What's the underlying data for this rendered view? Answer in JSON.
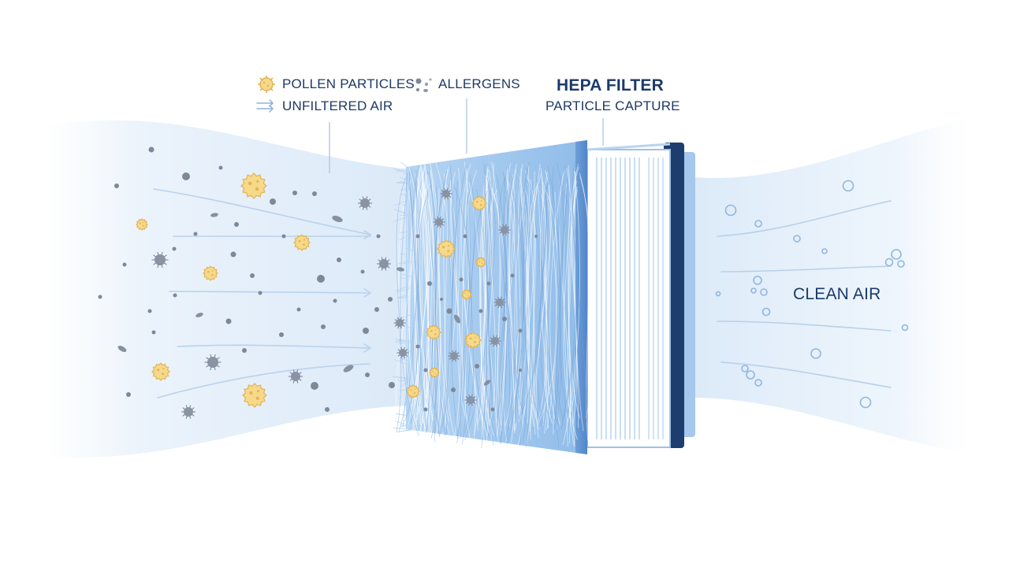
{
  "legend": {
    "pollen": "POLLEN PARTICLES",
    "allergens": "ALLERGENS",
    "unfiltered": "UNFILTERED AIR"
  },
  "filter": {
    "title": "HEPA FILTER",
    "subtitle": "PARTICLE CAPTURE"
  },
  "outlet": {
    "label": "CLEAN AIR"
  },
  "icons": {
    "pollen": "pollen-icon",
    "allergen": "allergen-icon",
    "airflow": "airflow-arrows-icon",
    "bubble": "clean-air-bubble-icon"
  },
  "colors": {
    "pollen": "#f6d98a",
    "pollen_outline": "#e2b454",
    "allergen": "#7d8798",
    "air_stream": "#dbeaf8",
    "filter_media": "#a9cdf0",
    "filter_frame": "#1d3d6e",
    "text": "#1f3a66"
  }
}
